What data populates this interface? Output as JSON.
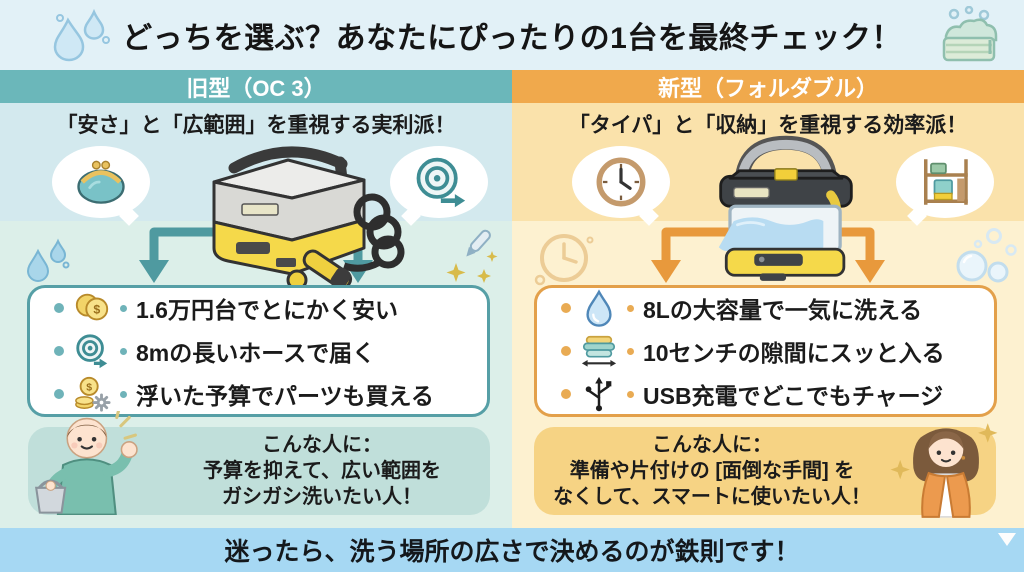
{
  "header": {
    "title": "どっちを選ぶ？あなたにぴったりの1台を最終チェック！",
    "left_icon": "water-drops-icon",
    "right_icon": "sponge-icon",
    "bg_color": "#e2f1f7"
  },
  "columns": [
    {
      "id": "old-model",
      "header": "旧型（OC 3）",
      "subtitle": "「安さ」と「広範囲」を重視する実利派！",
      "accent_color": "#6bb7ba",
      "upper_bg": "#d3e9ee",
      "lower_bg": "#dcefe9",
      "box_border_color": "#569fa6",
      "recommend_bg": "#c0dfda",
      "arrow_color": "#4f9aa0",
      "bubble_icons": [
        "coin-purse-icon",
        "hose-reel-icon"
      ],
      "product": "portable washer OC 3 with coiled hose and spray gun",
      "features": [
        {
          "icon": "coins-icon",
          "text": "1.6万円台でとにかく安い"
        },
        {
          "icon": "hose-reel-icon",
          "text": "8mの長いホースで届く"
        },
        {
          "icon": "coins-gear-icon",
          "text": "浮いた予算でパーツも買える"
        }
      ],
      "recommend": {
        "title": "こんな人に：",
        "lines": [
          "予算を抑えて、広い範囲を",
          "ガシガシ洗いたい人！"
        ],
        "illustration": "man waving with bucket"
      }
    },
    {
      "id": "new-model",
      "header": "新型（フォルダブル）",
      "subtitle": "「タイパ」と「収納」を重視する効率派！",
      "accent_color": "#f0a94c",
      "upper_bg": "#fae2ab",
      "lower_bg": "#fdf1d0",
      "box_border_color": "#e3a04a",
      "recommend_bg": "#f6d384",
      "arrow_color": "#e8993c",
      "bubble_icons": [
        "clock-icon",
        "shelf-icon"
      ],
      "product": "foldable bucket washer with transparent water tank",
      "features": [
        {
          "icon": "water-drop-icon",
          "text": "8Lの大容量で一気に洗える"
        },
        {
          "icon": "folded-hose-icon",
          "text": "10センチの隙間にスッと入る"
        },
        {
          "icon": "usb-icon",
          "text": "USB充電でどこでもチャージ"
        }
      ],
      "recommend": {
        "title": "こんな人に：",
        "lines": [
          "準備や片付けの [面倒な手間] を",
          "なくして、スマートに使いたい人！"
        ],
        "illustration": "woman in orange jacket with sparkles"
      }
    }
  ],
  "footer": {
    "text": "迷ったら、洗う場所の広さで決めるのが鉄則です！",
    "bg_color": "#a6d8f3"
  }
}
